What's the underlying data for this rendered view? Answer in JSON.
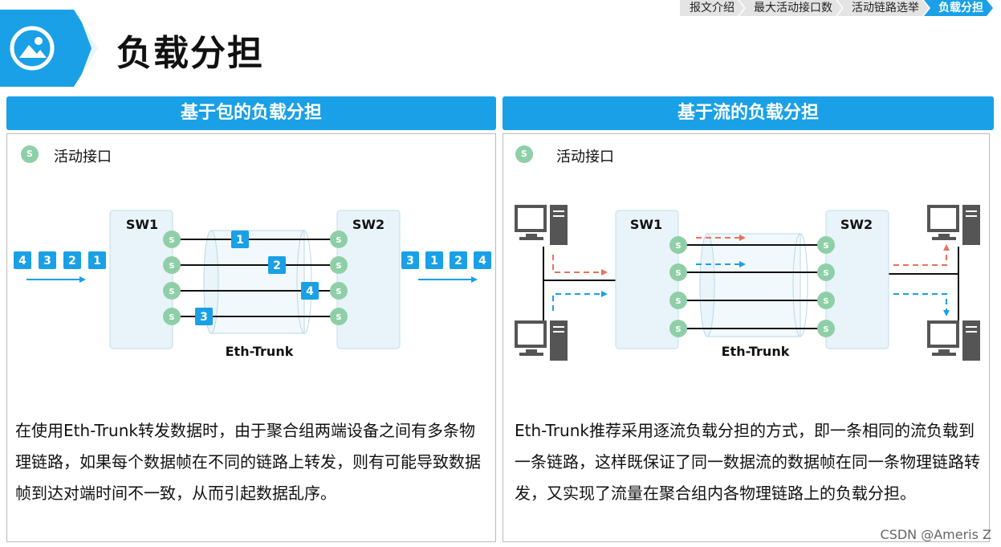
{
  "header": {
    "title": "负载分担",
    "banner_icon": "image-icon",
    "breadcrumb": [
      {
        "label": "报文介绍",
        "active": false
      },
      {
        "label": "最大活动接口数",
        "active": false
      },
      {
        "label": "活动链路选举",
        "active": false
      },
      {
        "label": "负载分担",
        "active": true
      }
    ]
  },
  "left_panel": {
    "title": "基于包的负载分担",
    "legend": {
      "symbol": "S",
      "label": "活动接口"
    },
    "diagram": {
      "sw1": "SW1",
      "sw2": "SW2",
      "trunk": "Eth-Trunk",
      "input_packets": [
        "4",
        "3",
        "2",
        "1"
      ],
      "output_packets": [
        "3",
        "1",
        "2",
        "4"
      ],
      "link_packets": [
        "1",
        "2",
        "4",
        "3"
      ],
      "port_symbol": "S"
    },
    "description": "在使用Eth-Trunk转发数据时，由于聚合组两端设备之间有多条物理链路，如果每个数据帧在不同的链路上转发，则有可能导致数据帧到达对端时间不一致，从而引起数据乱序。"
  },
  "right_panel": {
    "title": "基于流的负载分担",
    "legend": {
      "symbol": "S",
      "label": "活动接口"
    },
    "diagram": {
      "sw1": "SW1",
      "sw2": "SW2",
      "trunk": "Eth-Trunk",
      "port_symbol": "S",
      "host_icon": "computer-icon"
    },
    "description": "Eth-Trunk推荐采用逐流负载分担的方式，即一条相同的流负载到一条链路，这样既保证了同一数据流的数据帧在同一条物理链路转发，又实现了流量在聚合组内各物理链路上的负载分担。"
  },
  "watermark": "CSDN @Ameris Z",
  "colors": {
    "accent": "#1aa0e6",
    "port": "#8fcfa8",
    "switch_fill": "#e8f4fa",
    "flow_orange": "#e8735a",
    "flow_blue": "#1aa0e6"
  }
}
